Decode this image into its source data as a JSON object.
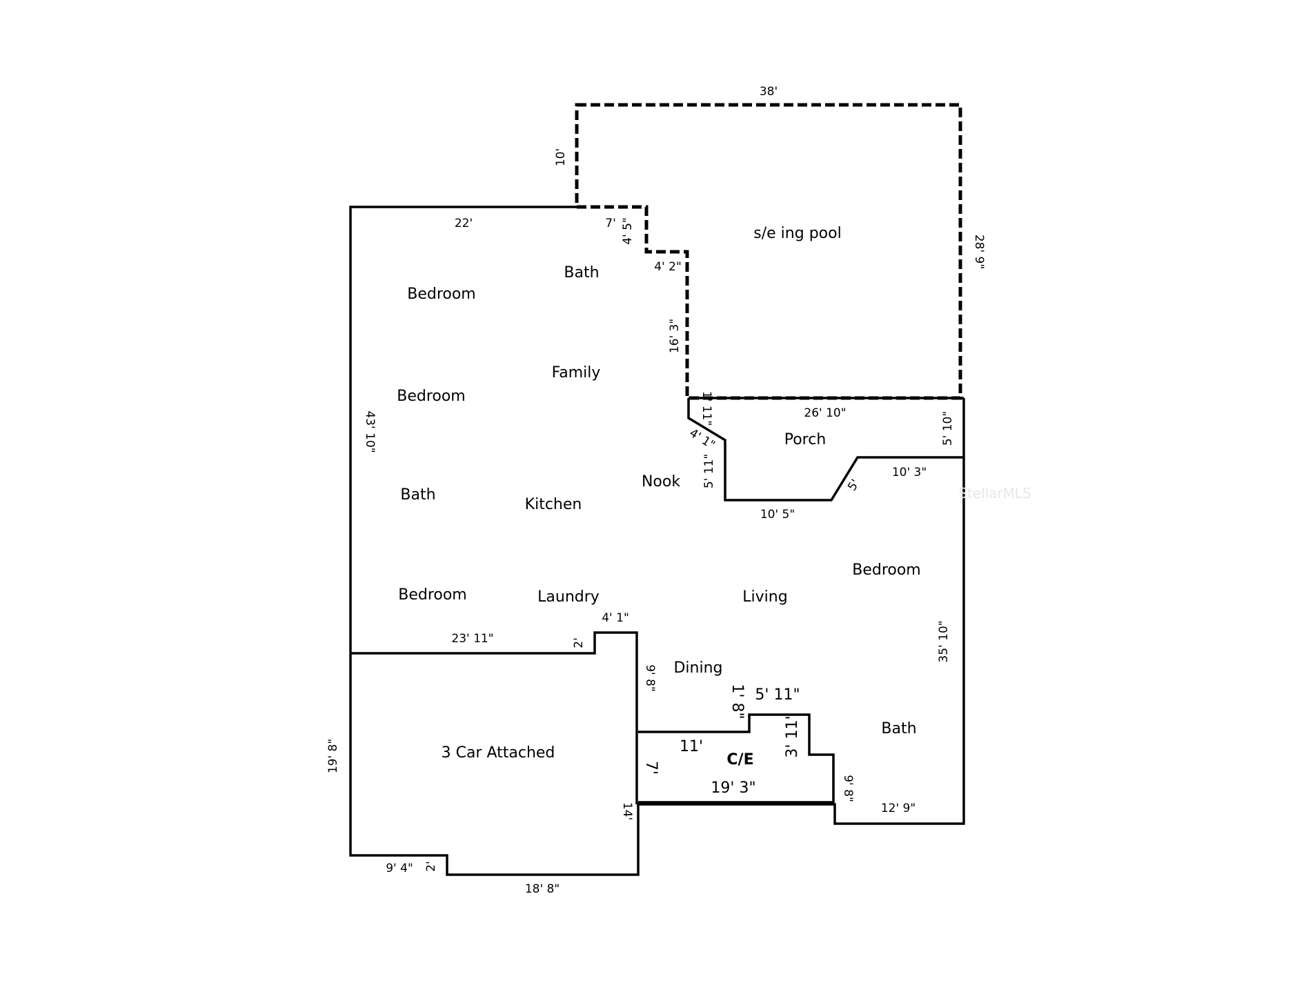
{
  "colors": {
    "line": "#000000",
    "background": "#ffffff",
    "watermark": "#e7e7e7"
  },
  "rooms": {
    "pool": "s/e ing pool",
    "bedroom_nw": "Bedroom",
    "bath_n": "Bath",
    "family": "Family",
    "bedroom_w": "Bedroom",
    "bath_w": "Bath",
    "kitchen": "Kitchen",
    "nook": "Nook",
    "porch": "Porch",
    "bedroom_e": "Bedroom",
    "bedroom_sw": "Bedroom",
    "laundry": "Laundry",
    "living": "Living",
    "dining": "Dining",
    "bath_se": "Bath",
    "garage": "3 Car Attached",
    "ce": "C/E"
  },
  "dims": {
    "pool_top": "38'",
    "pool_left": "10'",
    "pool_right": "28' 9\"",
    "house_top": "22'",
    "notch_top": "7'",
    "notch_side": "4' 5\"",
    "notch_step": "4' 2\"",
    "pool_inner": "16' 3\"",
    "porch_top": "26' 10\"",
    "porch_left": "1' 11\"",
    "porch_diag": "4' 1\"",
    "porch_right": "5' 10\"",
    "porch_bot_left": "5' 11\"",
    "porch_bottom": "10' 5\"",
    "porch_diag2": "5'",
    "porch_step": "10' 3\"",
    "house_left": "43' 10\"",
    "house_right": "35' 10\"",
    "garage_top": "23' 11\"",
    "garage_notch": "2'",
    "garage_step": "4' 1\"",
    "dining_side": "9' 8\"",
    "ce_step_h": "1' 8\"",
    "ce_top": "5' 11\"",
    "ce_right": "3' 11\"",
    "ce_width": "11'",
    "ce_left": "7'",
    "ce_bottom": "19' 3\"",
    "bath_side": "9' 8\"",
    "bath_bottom": "12' 9\"",
    "garage_left": "19' 8\"",
    "garage_right": "14'",
    "garage_bot_left": "9' 4\"",
    "garage_bot_notch": "2'",
    "garage_bottom": "18' 8\""
  },
  "watermark": "StellarMLS"
}
